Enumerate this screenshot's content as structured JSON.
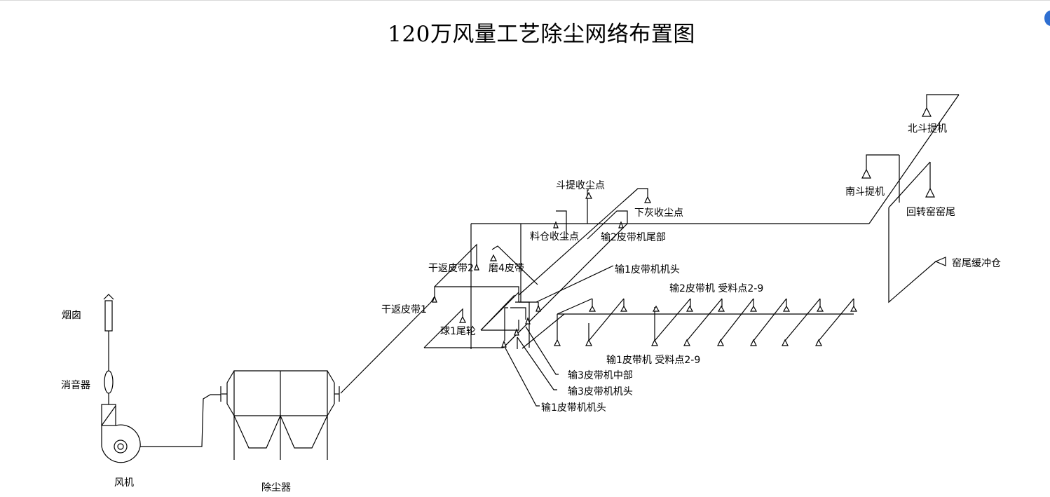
{
  "title": "120万风量工艺除尘网络布置图",
  "labels": {
    "chimney": "烟囱",
    "silencer": "消音器",
    "fan": "风机",
    "dust_collector": "除尘器",
    "elevator_dust_point": "斗提收尘点",
    "lower_ash_dust_point": "下灰收尘点",
    "bin_dust_point": "料仓收尘点",
    "belt2_tail": "输2皮带机尾部",
    "dry_return_belt2": "干返皮带2",
    "mill4_belt": "磨4皮带",
    "belt1_head_top": "输1皮带机机头",
    "belt2_receiving": "输2皮带机  受料点2-9",
    "dry_return_belt1": "干返皮带1",
    "ball1_tail_wheel": "球1尾轮",
    "belt1_receiving": "输1皮带机  受料点2-9",
    "belt3_middle": "输3皮带机中部",
    "belt3_head": "输3皮带机机头",
    "belt1_head_bottom": "输1皮带机机头",
    "north_elevator": "北斗提机",
    "south_elevator": "南斗提机",
    "rotary_kiln_tail": "回转窑窑尾",
    "kiln_tail_buffer_bin": "窑尾缓冲仓"
  },
  "colors": {
    "line": "#000000",
    "background": "#ffffff",
    "corner_accent": "#2f6fd1"
  }
}
